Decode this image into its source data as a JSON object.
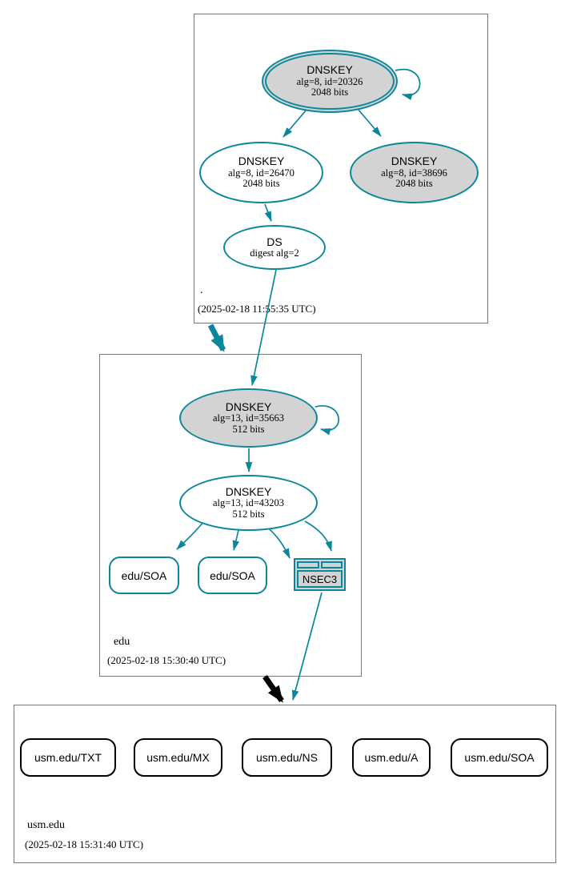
{
  "colors": {
    "secure_teal": "#0a879a",
    "key_fill_gray": "#d3d3d3",
    "zone_box_border": "#7a7a7a",
    "insecure_black": "#000000",
    "background": "#ffffff"
  },
  "zones": [
    {
      "name": ".",
      "timestamp": "(2025-02-18 11:55:35 UTC)",
      "ksk": {
        "label": "DNSKEY",
        "detail": "alg=8, id=20326",
        "bits": "2048 bits"
      },
      "zsk": {
        "label": "DNSKEY",
        "detail": "alg=8, id=26470",
        "bits": "2048 bits"
      },
      "other_key": {
        "label": "DNSKEY",
        "detail": "alg=8, id=38696",
        "bits": "2048 bits"
      },
      "ds": {
        "label": "DS",
        "detail": "digest alg=2"
      }
    },
    {
      "name": "edu",
      "timestamp": "(2025-02-18 15:30:40 UTC)",
      "ksk": {
        "label": "DNSKEY",
        "detail": "alg=13, id=35663",
        "bits": "512 bits"
      },
      "zsk": {
        "label": "DNSKEY",
        "detail": "alg=13, id=43203",
        "bits": "512 bits"
      },
      "rrsets": [
        {
          "label": "edu/SOA"
        },
        {
          "label": "edu/SOA"
        }
      ],
      "nsec3": {
        "label": "NSEC3"
      }
    },
    {
      "name": "usm.edu",
      "timestamp": "(2025-02-18 15:31:40 UTC)",
      "rrsets": [
        {
          "label": "usm.edu/TXT"
        },
        {
          "label": "usm.edu/MX"
        },
        {
          "label": "usm.edu/NS"
        },
        {
          "label": "usm.edu/A"
        },
        {
          "label": "usm.edu/SOA"
        }
      ]
    }
  ]
}
